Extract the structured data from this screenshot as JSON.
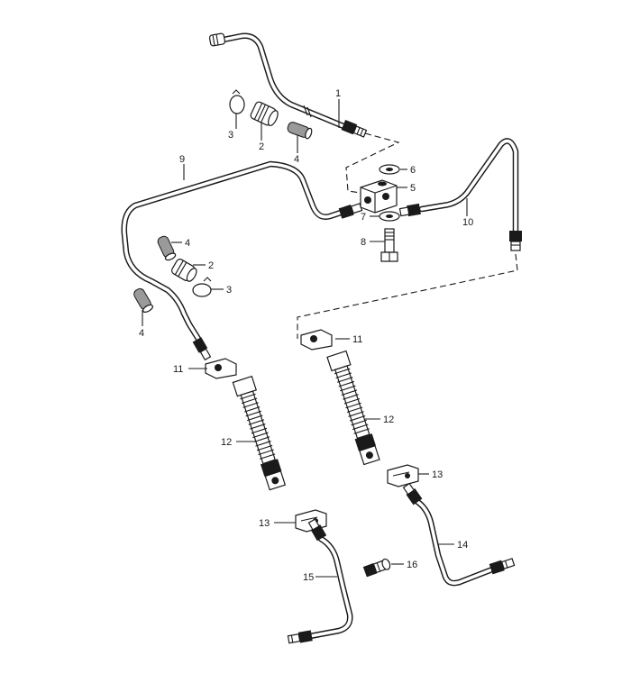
{
  "callouts": {
    "c1": "1",
    "c2a": "2",
    "c3a": "3",
    "c4a": "4",
    "c5": "5",
    "c6": "6",
    "c7": "7",
    "c8": "8",
    "c9": "9",
    "c10": "10",
    "c4b": "4",
    "c2b": "2",
    "c3b": "3",
    "c4c": "4",
    "c11a": "11",
    "c11b": "11",
    "c12a": "12",
    "c12b": "12",
    "c13a": "13",
    "c13b": "13",
    "c14": "14",
    "c15": "15",
    "c16": "16"
  }
}
